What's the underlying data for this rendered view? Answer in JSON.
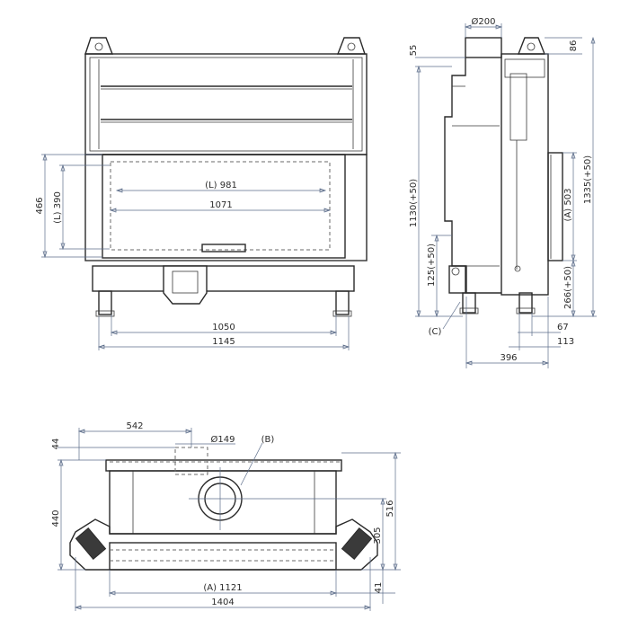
{
  "front": {
    "width_outer": "1145",
    "width_inner": "1050",
    "glass_width": "1071",
    "glass_width_L": "(L) 981",
    "height_outer": "466",
    "height_L": "(L) 390"
  },
  "side": {
    "flue": "Ø200",
    "top_offset": "55",
    "top_right": "86",
    "height_1130": "1130(+50)",
    "height_1335": "1335(+50)",
    "height_125": "125(+50)",
    "height_503": "(A) 503",
    "height_266": "266(+50)",
    "depth_67": "67",
    "depth_113": "113",
    "depth_396": "396",
    "label_c": "(C)"
  },
  "top": {
    "offset_542": "542",
    "flue_149": "Ø149",
    "label_b": "(B)",
    "depth_44": "44",
    "depth_440": "440",
    "depth_516": "516",
    "depth_305": "305",
    "depth_41": "41",
    "width_1121": "(A) 1121",
    "width_1404": "1404"
  }
}
